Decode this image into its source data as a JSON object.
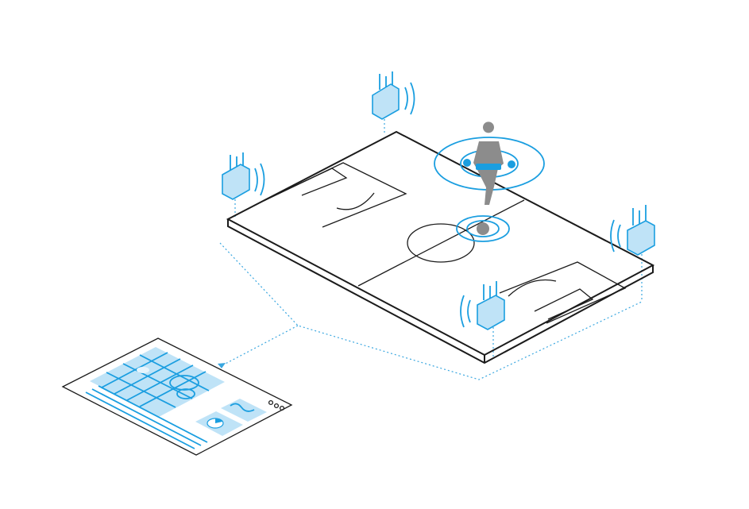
{
  "diagram": {
    "description_items": {
      "pitch": "football-pitch",
      "player": "player-with-tracking-sensors",
      "ball": "tracked-ball",
      "antennas": [
        "antenna-top-left",
        "antenna-left",
        "antenna-right",
        "antenna-bottom"
      ],
      "monitor": "analytics-dashboard-screen"
    }
  },
  "colors": {
    "accent": "#1a9ee0",
    "accent_fill": "#bfe3f7",
    "line": "#1b1b1b",
    "player": "#8c8c8c",
    "dotted": "#3aa7e0"
  },
  "icons": {
    "antenna": "wireless-antenna-icon",
    "signal": "signal-waves-icon",
    "pie": "pie-chart-icon",
    "window_controls": "window-dots-icon"
  }
}
